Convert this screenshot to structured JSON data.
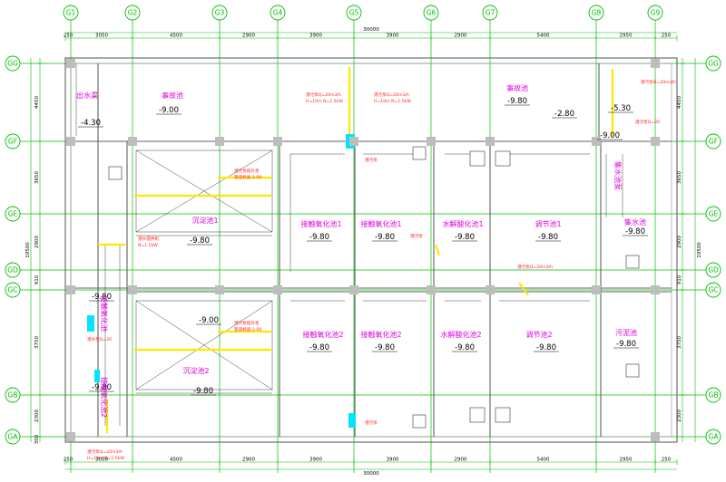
{
  "axes": {
    "top": [
      "G1",
      "G2",
      "G3",
      "G4",
      "G5",
      "G6",
      "G7",
      "G8",
      "G9"
    ],
    "side": [
      "GG",
      "GF",
      "GE",
      "GD",
      "GC",
      "GB",
      "GA"
    ]
  },
  "dims": {
    "total": "30000",
    "top_segments": [
      "250",
      "3050",
      "4500",
      "2900",
      "3900",
      "3900",
      "2900",
      "5400",
      "2950",
      "250"
    ],
    "bottom_segments": [
      "250",
      "3050",
      "4500",
      "2900",
      "3900",
      "3900",
      "2900",
      "5400",
      "2950",
      "250"
    ],
    "left_segments": [
      "4450",
      "3650",
      "2900",
      "910",
      "3750",
      "2300",
      "300"
    ],
    "right_segments": [
      "4450",
      "3650",
      "2900",
      "910",
      "3750",
      "2300"
    ],
    "left_total": "19500",
    "right_total": "19500"
  },
  "rooms": [
    {
      "label": "出水渠",
      "elev": "-4.30"
    },
    {
      "label": "事故池",
      "elev": "-9.00"
    },
    {
      "label": "事故池",
      "elev": "-9.80"
    },
    {
      "label": "",
      "elev": "-2.80"
    },
    {
      "label": "",
      "elev": "-5.30"
    },
    {
      "label": "",
      "elev": "-9.00"
    },
    {
      "label": "沉淀池1",
      "elev": "-9.80"
    },
    {
      "label": "接触氧化池1",
      "elev": "-9.80"
    },
    {
      "label": "接触氧化池1",
      "elev": "-9.80"
    },
    {
      "label": "水解酸化池1",
      "elev": "-9.80"
    },
    {
      "label": "调节池1",
      "elev": "-9.80"
    },
    {
      "label": "集水池",
      "elev": "-9.80"
    },
    {
      "label": "",
      "elev": "-9.80"
    },
    {
      "label": "",
      "elev": "-9.00"
    },
    {
      "label": "沉淀池2",
      "elev": "-9.80"
    },
    {
      "label": "接触氧化池2",
      "elev": "-9.80"
    },
    {
      "label": "接触氧化池2",
      "elev": "-9.80"
    },
    {
      "label": "水解酸化池2",
      "elev": "-9.80"
    },
    {
      "label": "调节池2",
      "elev": "-9.80"
    },
    {
      "label": "污泥池",
      "elev": "-9.80"
    },
    {
      "label": "",
      "elev": "-9.80"
    }
  ],
  "labels": {
    "vert_left_1": "接触氧化池",
    "vert_left_2": "接触氧化池2",
    "vert_right": "集水池泵",
    "pipe_note": "管道标高-2.00"
  },
  "colors": {
    "axis": "#00c000",
    "room_label": "#e000e0",
    "note": "#ff1f1f",
    "pipe": "#ffe800",
    "cyan": "#00e5ff"
  }
}
